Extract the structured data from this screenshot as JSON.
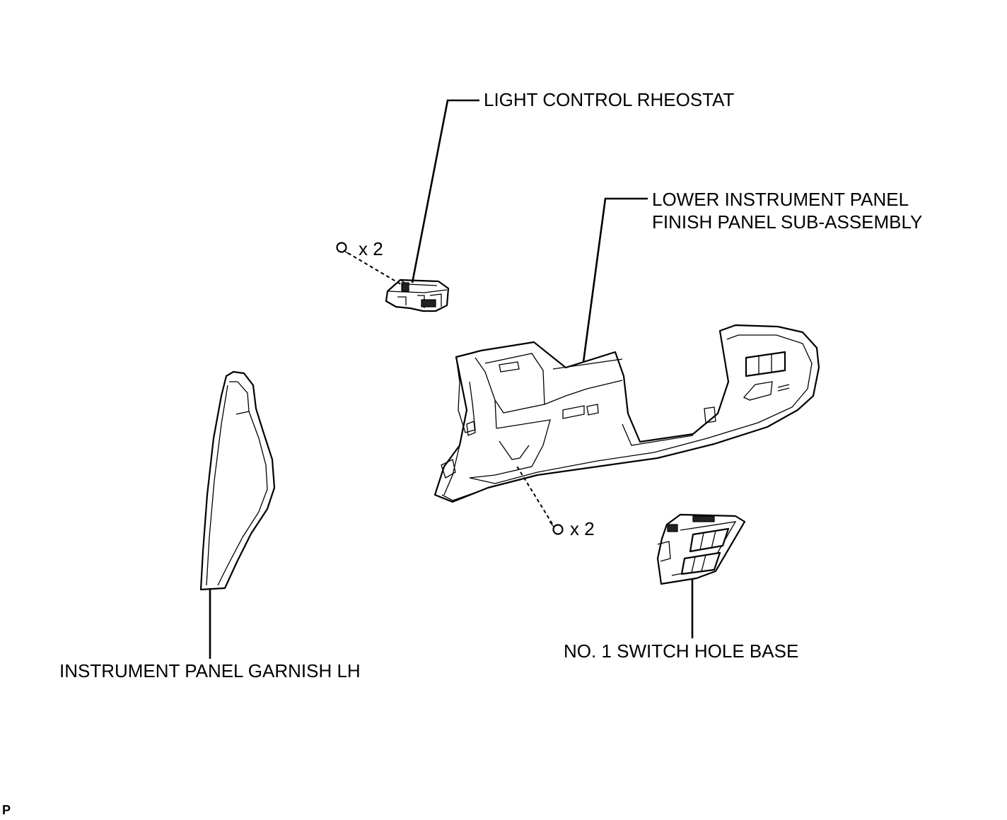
{
  "labels": {
    "light_control_rheostat": "LIGHT CONTROL RHEOSTAT",
    "lower_panel_line1": "LOWER INSTRUMENT PANEL",
    "lower_panel_line2": "FINISH PANEL SUB-ASSEMBLY",
    "switch_hole_base": "NO. 1 SWITCH HOLE BASE",
    "garnish_lh": "INSTRUMENT PANEL GARNISH LH"
  },
  "fasteners": {
    "rheostat_screws": "x 2",
    "panel_screws": "x 2"
  },
  "corner_mark": "P",
  "colors": {
    "line": "#000000",
    "background": "#ffffff"
  }
}
